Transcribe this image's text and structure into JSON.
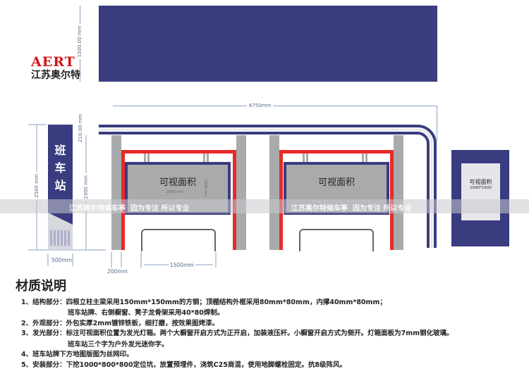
{
  "logo": {
    "brand": "AERT",
    "company": "江苏奥尔特"
  },
  "dimensions": {
    "top_height": "1500.00 mm",
    "total_width": "6750mm",
    "roof_height": "210.00 mm",
    "sign_height": "2500 mm",
    "body_height": "2300 mm",
    "sign_width": "500mm",
    "post_width": "200mm",
    "bench_width": "1500mm",
    "window_width": "2000 mm",
    "window_height": "1080 mm"
  },
  "sign": {
    "text": [
      "班",
      "车",
      "站"
    ]
  },
  "windows": [
    {
      "label": "可视面积"
    },
    {
      "label": "可视面积"
    }
  ],
  "side_panel": {
    "label": "可视面积",
    "size": "1000*1500"
  },
  "watermark": {
    "left": "江苏奥尔特候车亭  因为专注 所以专业",
    "right": "江苏奥尔特候车亭  因为专注 所以专业"
  },
  "notes": {
    "title": "材质说明",
    "lines": [
      "1、结构部分：四根立柱主梁采用150mm*150mm的方钢；顶棚结构外框采用80mm*80mm，内撑40mm*80mm；",
      "班车站牌、右侧橱窗、凳子龙骨架采用40*80焊制。",
      "2、外观部分：外包实厚2mm镀锌铁板，细打磨，按效果图烤漆。",
      "3、发光部分：标注可视面积位置为发光灯箱。两个大橱窗开启方式为正开启，加装液压杆。小橱窗开启方式为侧开。灯箱面板为7mm钢化玻璃。",
      "班车站三个字为户外发光迷你字。",
      "4、班车站牌下方地图版图为丝网印。",
      "5、安装部分：下挖1000*800*800定位坑，放置预埋件，浇筑C25商混，使用地脚螺栓固定。抗8级阵风。"
    ]
  },
  "colors": {
    "navy": "#3a3c80",
    "red": "#e62b2a",
    "post": "#a9aaab"
  }
}
